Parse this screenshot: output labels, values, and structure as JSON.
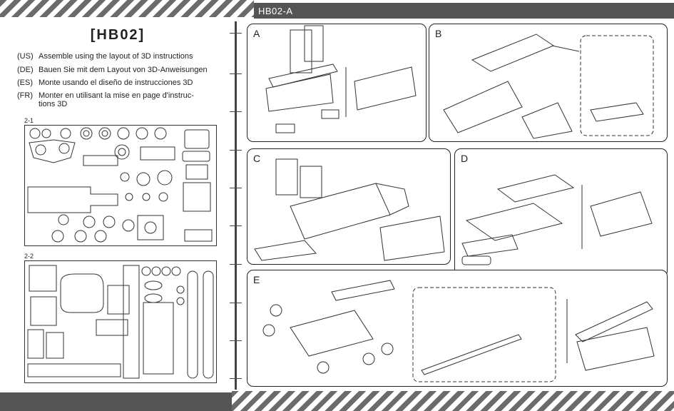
{
  "header": {
    "page_code": "HB02-A"
  },
  "model": {
    "title": "[HB02]"
  },
  "instructions": [
    {
      "code": "(US)",
      "text": "Assemble using the layout of 3D instructions"
    },
    {
      "code": "(DE)",
      "text": "Bauen Sie mit dem Layout von 3D-Anweisungen"
    },
    {
      "code": "(ES)",
      "text": "Monte usando el diseño de instrucciones 3D"
    },
    {
      "code": "(FR)",
      "text": "Monter en utilisant la mise en page d'instruc-",
      "text2": "tions 3D"
    }
  ],
  "sheets": [
    {
      "label": "2-1"
    },
    {
      "label": "2-2"
    }
  ],
  "steps": [
    {
      "label": "A"
    },
    {
      "label": "B"
    },
    {
      "label": "C"
    },
    {
      "label": "D"
    },
    {
      "label": "E"
    }
  ],
  "colors": {
    "stripe": "#6b6b6b",
    "dark_band": "#555555",
    "line": "#222222"
  }
}
